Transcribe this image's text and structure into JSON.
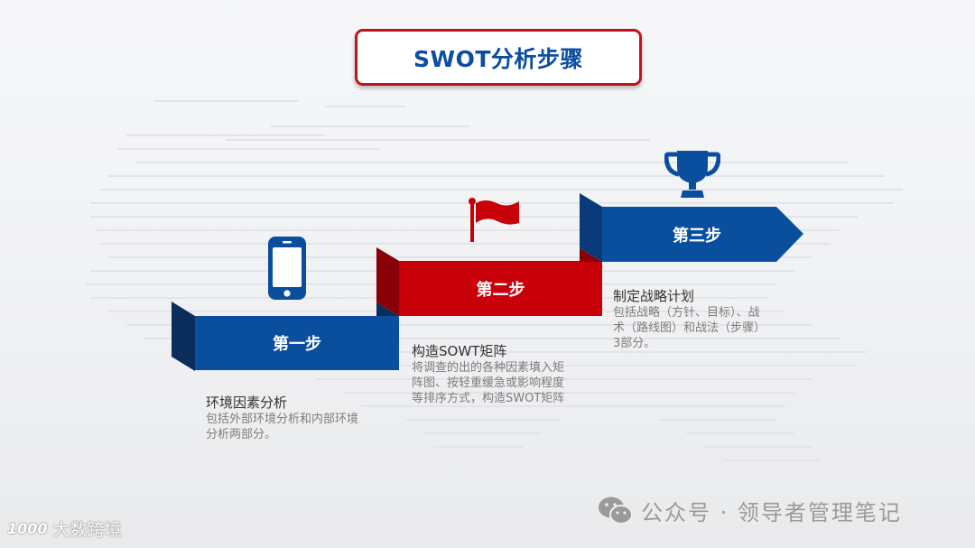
{
  "title": "SWOT分析步骤",
  "colors": {
    "blue": "#0a4f9e",
    "blue_dark": "#0b2d5c",
    "red": "#c8000a",
    "red_dark": "#8a0008",
    "title_border": "#c0141c",
    "title_text": "#0b4ea2"
  },
  "steps": [
    {
      "label": "第一步",
      "icon": "smartphone-icon",
      "desc_title": "环境因素分析",
      "desc_body_lines": [
        "包括外部环境分析和内部环境",
        "分析两部分。"
      ]
    },
    {
      "label": "第二步",
      "icon": "flag-icon",
      "desc_title": "构造SOWT矩阵",
      "desc_body_lines": [
        "将调查的出的各种因素填入矩",
        "阵图、按轻重缓急或影响程度",
        "等排序方式，构造SWOT矩阵"
      ]
    },
    {
      "label": "第三步",
      "icon": "trophy-icon",
      "desc_title": "制定战略计划",
      "desc_body_lines": [
        "包括战略（方针、目标）、战",
        "术（路线图）和战法（步骤）",
        "3部分。"
      ]
    }
  ],
  "watermark": {
    "icon": "wechat-icon",
    "text": "公众号 · 领导者管理笔记"
  },
  "corner_logo": {
    "mark": "1000",
    "text": "大数跨境"
  }
}
